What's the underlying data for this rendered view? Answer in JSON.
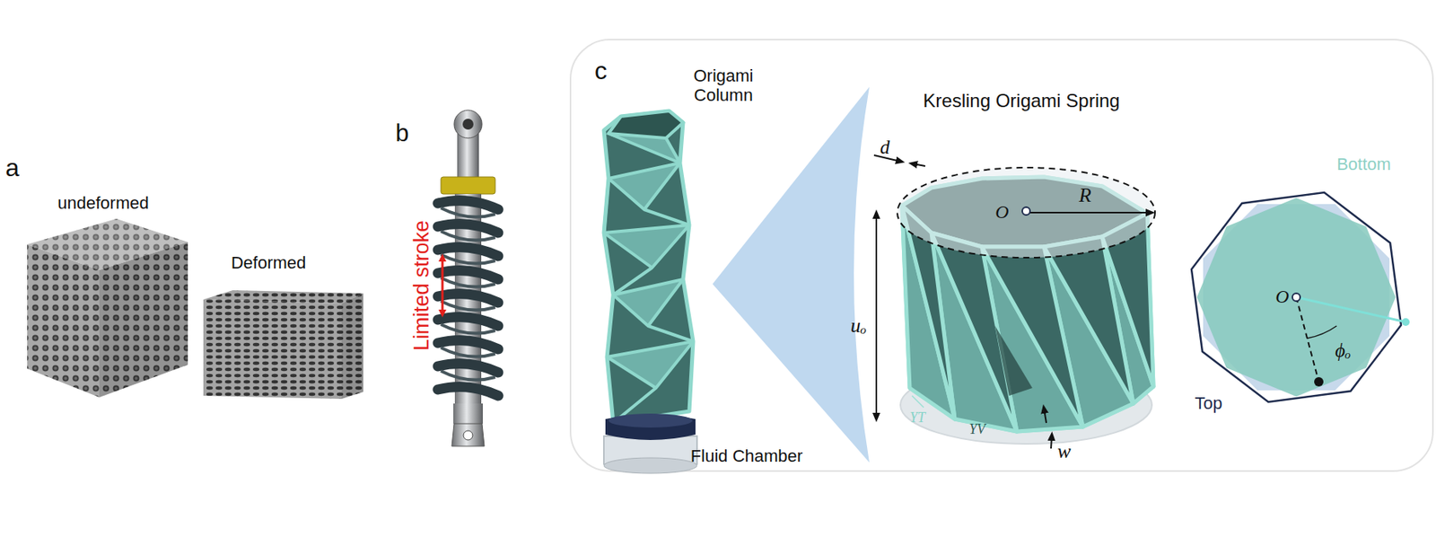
{
  "diagram": {
    "nodes": [
      {
        "text": [
          "c"
        ]
      }
    ],
    "edges": [],
    "labels": [
      "a",
      "undeformed",
      "Deformed",
      "b",
      "Limited stroke",
      "Origami Column",
      "Fluid Chamber",
      "Kresling Origami Spring",
      "d",
      "O",
      "R",
      "uₒ",
      "YT",
      "YV",
      "w",
      "Bottom",
      "O",
      "ϕₒ",
      "Top"
    ]
  }
}
